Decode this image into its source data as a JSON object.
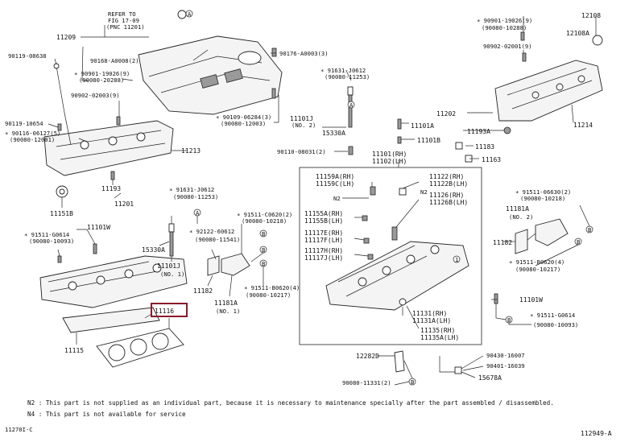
{
  "labels": {
    "refer_a": "REFER TO",
    "refer_b": "FIG 17-09",
    "refer_c": "(PNC 11201)",
    "p11209": "11209",
    "p90168": "90168-A0008(2)",
    "p90176": "90176-A0003(3)",
    "p90119a": "90119-08638",
    "p90901a": "∗ 90901-19026(9)",
    "p90080a": "(90080-20288)",
    "p90902a": "90902-02003(9)",
    "p90119b": "90119-10654",
    "p90116": "∗ 90116-06127(5)",
    "p90080b": "(90080-12001)",
    "p90109": "∗ 90109-06284(3)",
    "p90080c": "(90080-12003)",
    "p91631a": "∗ 91631-J0612",
    "p90080d": "(90080-11253)",
    "p11101j_a": "11101J",
    "p11101j_a_n": "(NO. 2)",
    "p15330a": "15330A",
    "p11101a": "11101A",
    "p11101b": "11101B",
    "p90110": "90110-08031(2)",
    "p11101rh": "11101(RH)",
    "p11102lh": "11102(LH)",
    "p11213": "11213",
    "p11193": "11193",
    "p11201": "11201",
    "p11151b": "11151B",
    "p90901b": "∗ 90901-19026(9)",
    "p90080e": "(90080-10288)",
    "p12108": "12108",
    "p12108a": "12108A",
    "p90902b": "90902-02001(9)",
    "p11202": "11202",
    "p11193a": "11193A",
    "p11214": "11214",
    "p11183": "11183",
    "p11163": "11163",
    "p11159a": "11159A(RH)",
    "p11159c": "11159C(LH)",
    "n2a": "N2",
    "p11155a": "11155A(RH)",
    "p11155b": "11155B(LH)",
    "p11117e": "11117E(RH)",
    "p11117f": "11117F(LH)",
    "p11117h": "11117H(RH)",
    "p11117j": "11117J(LH)",
    "p11122a": "11122(RH)",
    "p11122b": "11122B(LH)",
    "p11126a": "11126(RH)",
    "p11126b": "11126B(LH)",
    "n2b": "N2",
    "p11131": "11131(RH)",
    "p11131a": "11131A(LH)",
    "p11135": "11135(RH)",
    "p11135a": "11135A(LH)",
    "p91511a": "∗ 91511-06630(2)",
    "p90080f": "(90080-10218)",
    "p11181a_r": "11181A",
    "p11181a_r_n": "(NO. 2)",
    "p11182_r": "11182",
    "p91511b": "∗ 91511-B0620(4)",
    "p90080g": "(90080-10217)",
    "p11101w_r": "11101W",
    "p91511c": "∗ 91511-G0614",
    "p90080h": "(90080-10093)",
    "p91631b": "∗ 91631-J0612",
    "p90080i": "(90080-11253)",
    "p91511d": "∗ 91511-G0614",
    "p90080j": "(90080-10093)",
    "p11101w_l": "11101W",
    "p15330a_b": "15330A",
    "p11101j_b": "11101J",
    "p11101j_b_n": "(NO. 1)",
    "p11182_l": "11182",
    "p92122": "∗ 92122-60612",
    "p90080k": "(90080-11541)",
    "p91511e": "∗ 91511-C0620(2)",
    "p90080l": "(90080-10218)",
    "p11181a_l": "11181A",
    "p11181a_l_n": "(NO. 1)",
    "p91511f": "∗ 91511-B0620(4)",
    "p90080m": "(90080-10217)",
    "p11116": "11116",
    "p11115": "11115",
    "p12282d": "12282D",
    "p90080n": "90080-11331(2)",
    "p90430": "90430-16007",
    "p90401": "90401-16039",
    "p15678a": "15678A"
  },
  "footnotes": {
    "n2": "N2 : This part is not supplied as an individual part, because it is necessary to maintenance specially after the part assembled / disassembled.",
    "n4": "N4 : This part is not available for service"
  },
  "codes": {
    "left": "11270I-C",
    "right": "112949-A"
  },
  "circle_marks": {
    "a": "A",
    "b": "B",
    "one": "1"
  },
  "highlight": {
    "color": "#8b1a2b",
    "part": "11116"
  }
}
